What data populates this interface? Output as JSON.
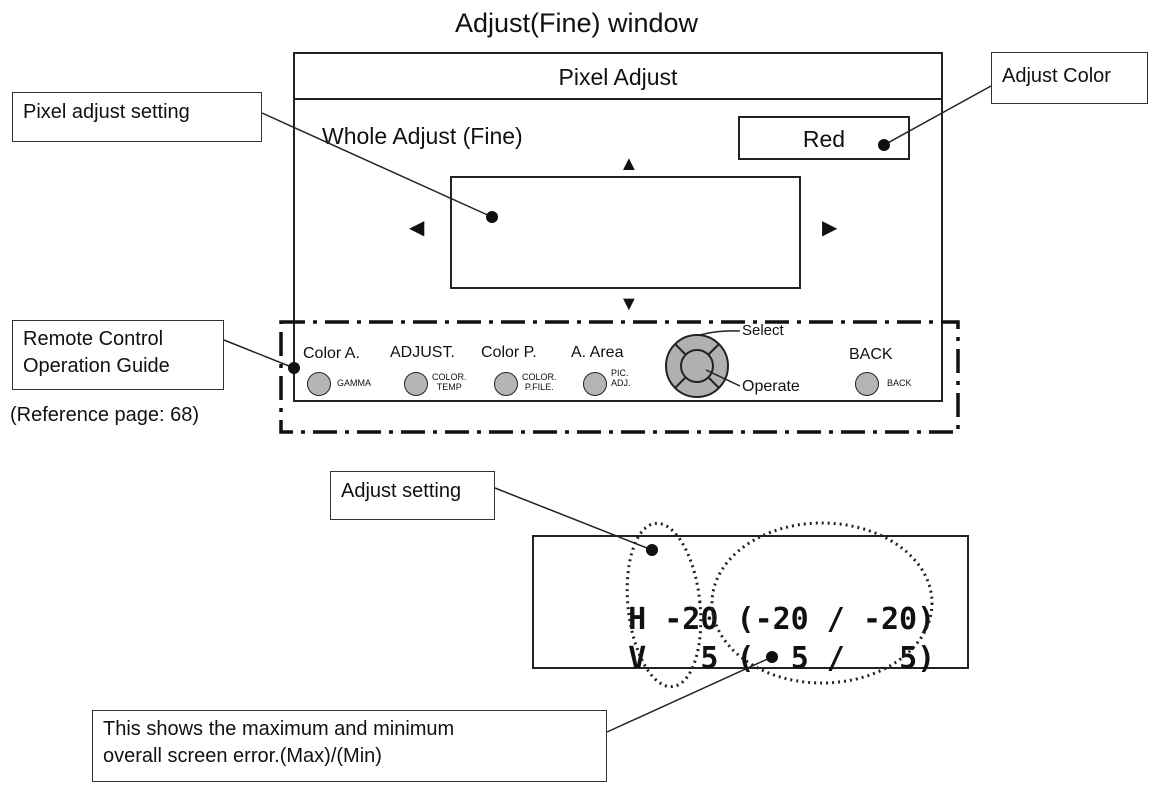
{
  "title": "Adjust(Fine) window",
  "window": {
    "header": "Pixel Adjust",
    "mode_label": "Whole Adjust (Fine)",
    "adjust_color": "Red",
    "arrows": {
      "up": "▲",
      "down": "▼",
      "left": "◀",
      "right": "▶"
    }
  },
  "guide": {
    "buttons": [
      {
        "label": "Color A.",
        "key": "GAMMA"
      },
      {
        "label": "ADJUST.",
        "key": "COLOR.\nTEMP"
      },
      {
        "label": "Color P.",
        "key": "COLOR.\nP.FILE."
      },
      {
        "label": "A. Area",
        "key": "PIC.\nADJ."
      },
      {
        "label": "BACK",
        "key": "BACK"
      }
    ],
    "select_label": "Select",
    "operate_label": "Operate"
  },
  "callouts": {
    "pixel_adjust_setting": "Pixel adjust setting",
    "adjust_color": "Adjust Color",
    "remote_line1": "Remote Control",
    "remote_line2": "Operation Guide",
    "reference_page": "(Reference page: 68)",
    "adjust_setting": "Adjust setting",
    "maxmin_line1": "This shows the maximum and minimum",
    "maxmin_line2": "overall screen error.(Max)/(Min)"
  },
  "readout": {
    "rows": [
      {
        "axis": "H",
        "value": "-20",
        "max": "-20",
        "min": "-20"
      },
      {
        "axis": "V",
        "value": "5",
        "max": "5",
        "min": "5"
      }
    ]
  }
}
